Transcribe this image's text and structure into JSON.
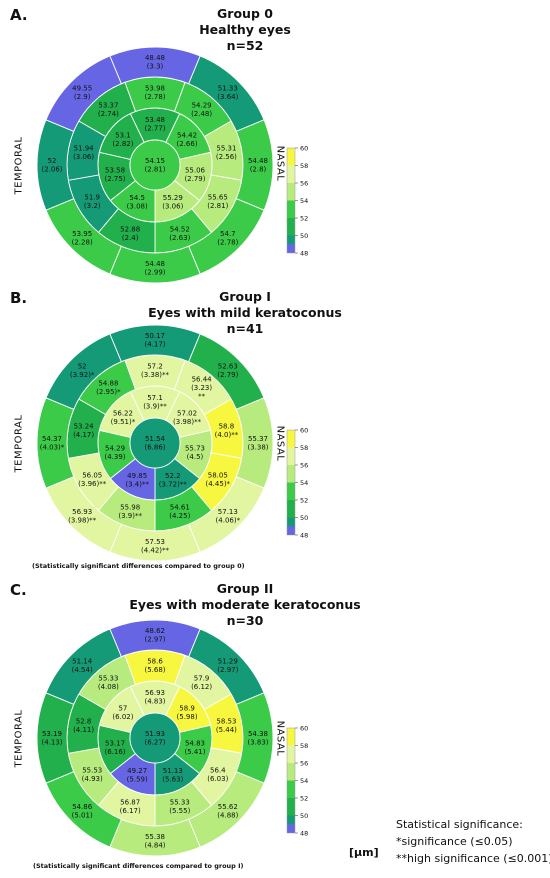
{
  "panels": [
    {
      "letter": "A.",
      "title_lines": [
        "Group 0",
        "Healthy eyes",
        "n=52"
      ],
      "temporal": "TEMPORAL",
      "nasal": "NASAL",
      "note": "",
      "center": "54.15\n(2.81)",
      "inner": [
        "53.48\n(2.77)",
        "54.42\n(2.66)",
        "55.06\n(2.79)",
        "55.29\n(3.06)",
        "54.5\n(3.08)",
        "53.58\n(2.75)",
        "53.1\n(2.82)"
      ],
      "innerRing": [
        "53.98\n(2.78)",
        "54.29\n(2.48)",
        "55.31\n(2.56)",
        "55.65\n(2.81)",
        "54.52\n(2.63)",
        "52.88\n(2.4)",
        "51.9\n(3.2)",
        "51.94\n(3.06)",
        "53.37\n(2.74)"
      ],
      "outer": [
        "48.48\n(3.3)",
        "51.33\n(3.64)",
        "54.48\n(2.8)",
        "54.7\n(2.78)",
        "54.48\n(2.99)",
        "53.95\n(2.28)",
        "52\n(2.06)",
        "49.55\n(2.9)"
      ]
    },
    {
      "letter": "B.",
      "title_lines": [
        "Group I",
        "Eyes with mild keratoconus",
        "n=41"
      ],
      "temporal": "TEMPORAL",
      "nasal": "NASAL",
      "note": "(Statistically significant differences compared to group 0)",
      "center": "51.54\n(6.86)",
      "inner": [
        "57.1\n(3.9)**",
        "57.02\n(3.98)**",
        "55.73\n(4.5)",
        "52.2\n(3.72)**",
        "49.85\n(3.4)**",
        "54.29\n(4.39)",
        "56.22\n(9.51)*"
      ],
      "innerRing": [
        "57.2\n(3.38)**",
        "56.44\n(3.23)\n**",
        "58.8\n(4.0)**",
        "58.05\n(4.45)*",
        "54.61\n(4.25)",
        "55.98\n(3.9)**",
        "56.05\n(3.96)**",
        "53.24\n(4.17)",
        "54.88\n(2.95)*"
      ],
      "outer": [
        "50.17\n(4.17)",
        "52.63\n(2.79)",
        "55.37\n(3.38)",
        "57.13\n(4.06)*",
        "57.53\n(4.42)**",
        "56.93\n(3.98)**",
        "54.37\n(4.03)*",
        "52\n(3.92)*"
      ]
    },
    {
      "letter": "C.",
      "title_lines": [
        "Group II",
        "Eyes with moderate keratoconus",
        "n=30"
      ],
      "temporal": "TEMPORAL",
      "nasal": "NASAL",
      "note": "(Statistically significant differences compared to group I)",
      "center": "51.93\n(6.27)",
      "inner": [
        "56.93\n(4.83)",
        "58.9\n(5.98)",
        "54.83\n(5.41)",
        "51.13\n(5.63)",
        "49.27\n(5.59)",
        "53.17\n(6.16)",
        "57\n(6.02)"
      ],
      "innerRing": [
        "58.6\n(5.68)",
        "57.9\n(6.12)",
        "58.53\n(5.44)",
        "56.4\n(6.03)",
        "55.33\n(5.55)",
        "56.87\n(6.17)",
        "55.53\n(4.93)",
        "52.8\n(4.11)",
        "55.33\n(4.08)"
      ],
      "outer": [
        "48.62\n(2.97)",
        "51.29\n(2.97)",
        "54.38\n(3.83)",
        "55.62\n(4.88)",
        "55.38\n(4.84)",
        "54.86\n(5.01)",
        "53.19\n(4.13)",
        "51.14\n(4.54)"
      ]
    }
  ],
  "colorbar": {
    "ticks": [
      "60",
      "58",
      "56",
      "54",
      "52",
      "50",
      "48"
    ],
    "colors": [
      "#f7f740",
      "#e2f5a0",
      "#b8eb7d",
      "#3bcb48",
      "#22b04c",
      "#149a77",
      "#6666e4"
    ]
  },
  "unit": "[µm]",
  "significance": {
    "title": "Statistical significance:",
    "line1": "*significance (≤0.05)",
    "line2": "**high significance (≤0.001)"
  }
}
